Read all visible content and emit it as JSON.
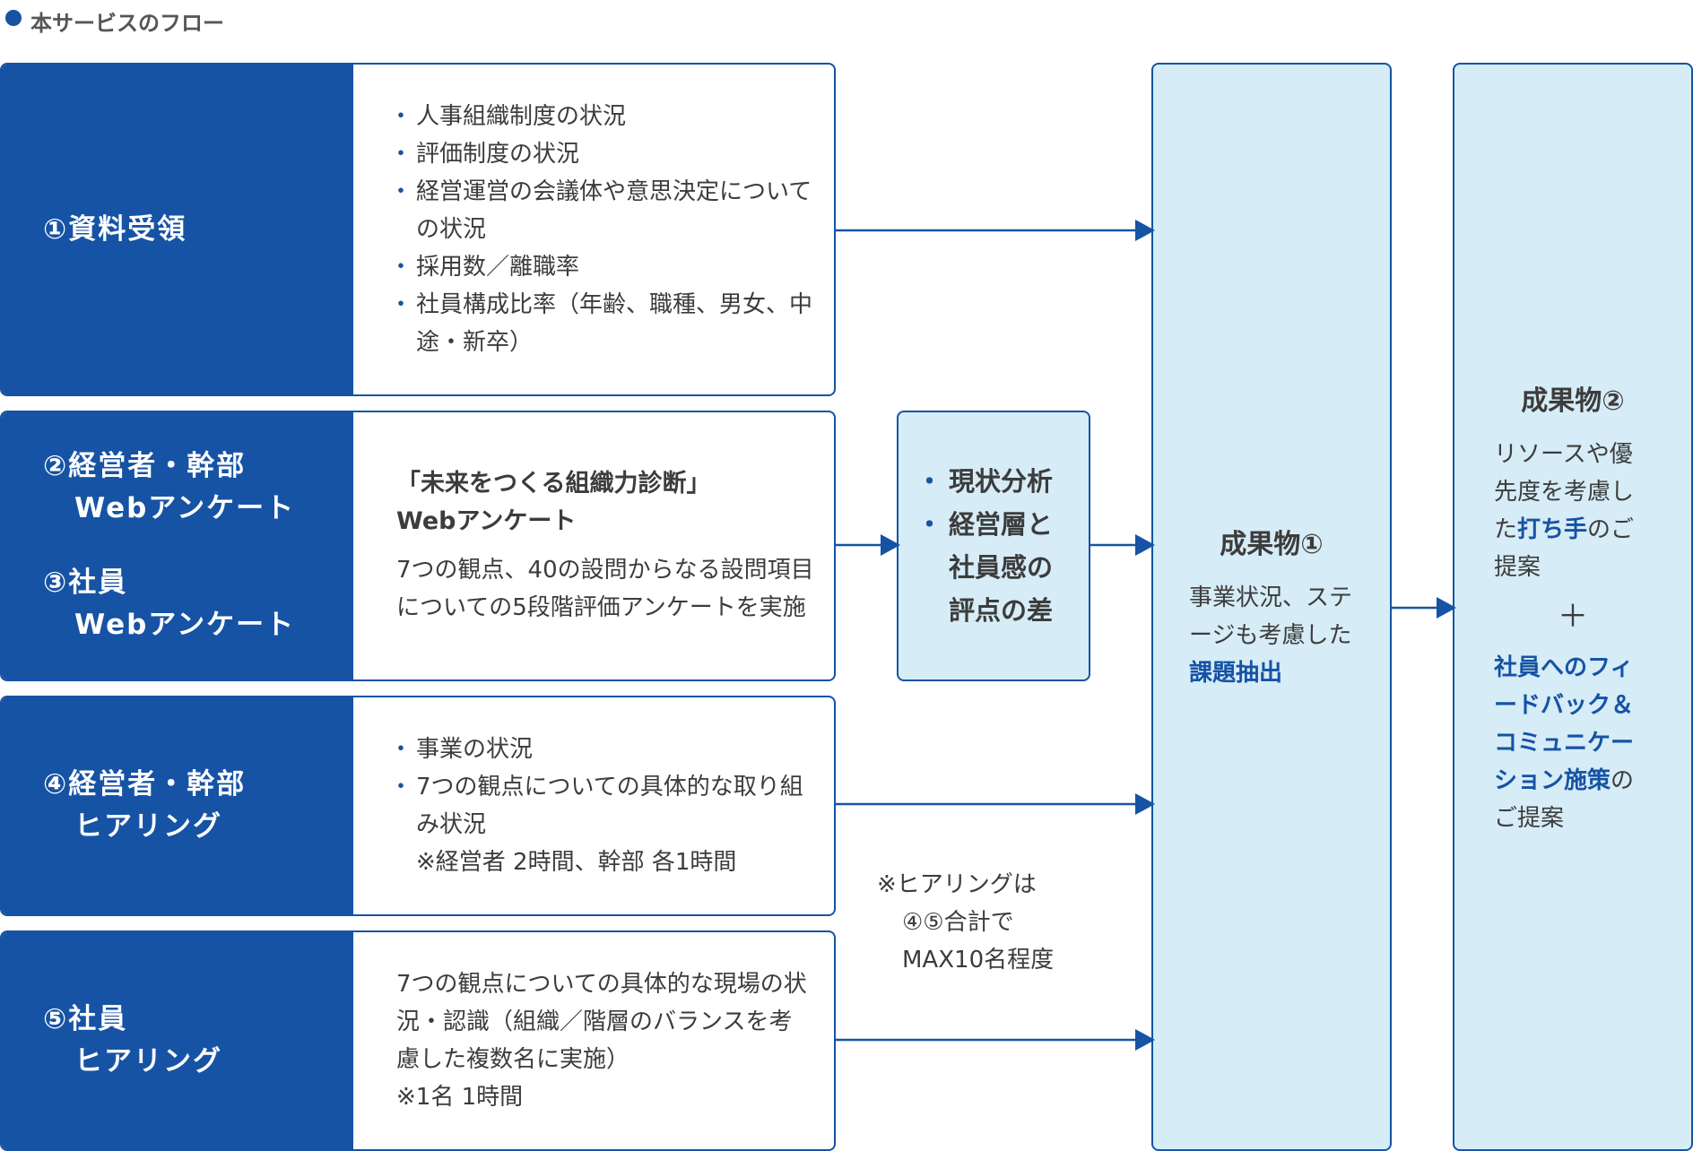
{
  "header": {
    "title": "本サービスのフロー"
  },
  "rows": [
    {
      "label_lines": [
        "①資料受領"
      ],
      "bullets": [
        "人事組織制度の状況",
        "評価制度の状況",
        "経営運営の会議体や意思決定についての状況",
        "採用数／離職率",
        "社員構成比率（年齢、職種、男女、中途・新卒）"
      ]
    },
    {
      "label_block1": [
        "②経営者・幹部",
        "Webアンケート"
      ],
      "label_block2": [
        "③社員",
        "Webアンケート"
      ],
      "title_lines": [
        "「未来をつくる組織力診断」",
        "Webアンケート"
      ],
      "text": "7つの観点、40の設問からなる設問項目についての5段階評価アンケートを実施"
    },
    {
      "label_lines": [
        "④経営者・幹部",
        "ヒアリング"
      ],
      "bullets": [
        "事業の状況",
        "7つの観点についての具体的な取り組み状況"
      ],
      "note": "※経営者 2時間、幹部 各1時間"
    },
    {
      "label_lines": [
        "⑤社員",
        "ヒアリング"
      ],
      "text": "7つの観点についての具体的な現場の状況・認識（組織／階層のバランスを考慮した複数名に実施）",
      "note": "※1名 1時間"
    }
  ],
  "analysis": {
    "lines": [
      "現状分析",
      "経営層と",
      "社員感の",
      "評点の差"
    ]
  },
  "hearing_note": [
    "※ヒアリングは",
    "④⑤合計で",
    "MAX10名程度"
  ],
  "deliverable1": {
    "title": "成果物①",
    "text": "事業状況、ステージも考慮した",
    "highlight": "課題抽出"
  },
  "deliverable2": {
    "title": "成果物②",
    "text1": "リソースや優先度を考慮した",
    "highlight1": "打ち手",
    "text1_tail": "のご提案",
    "plus": "＋",
    "highlight2": "社員へのフィードバック＆コミュニケーション施策",
    "text2_tail": "のご提案"
  },
  "colors": {
    "primary": "#1653a5",
    "light": "#d6ecf6",
    "text": "#3c3c3c"
  }
}
